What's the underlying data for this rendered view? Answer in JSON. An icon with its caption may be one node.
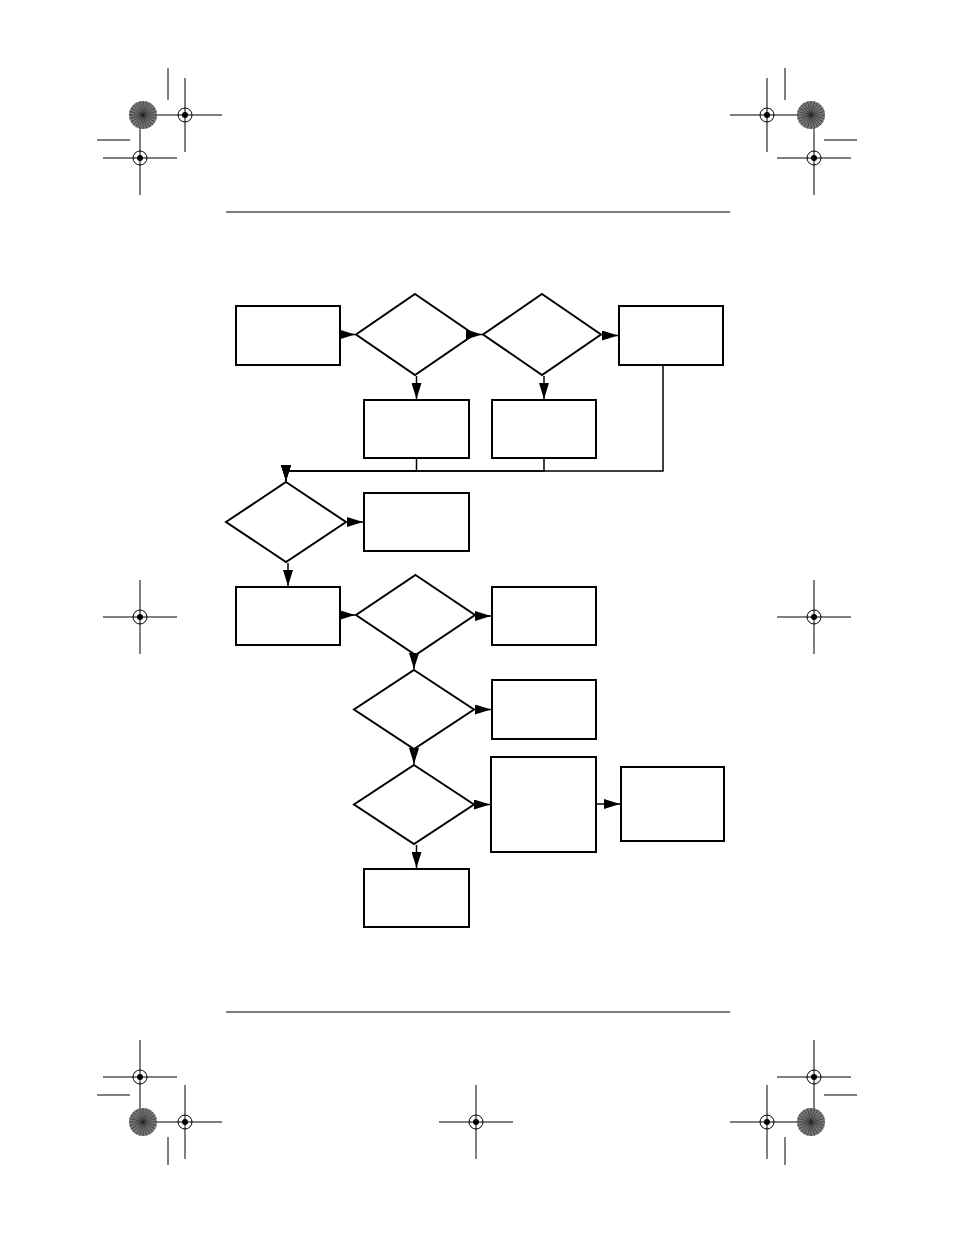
{
  "diagram": {
    "nodes": [
      {
        "text": [],
        "shape": "box"
      },
      {
        "text": [],
        "shape": "diamond"
      },
      {
        "text": [],
        "shape": "diamond"
      },
      {
        "text": [],
        "shape": "box"
      },
      {
        "text": [],
        "shape": "box"
      },
      {
        "text": [],
        "shape": "box"
      },
      {
        "text": [],
        "shape": "diamond"
      },
      {
        "text": [],
        "shape": "box"
      },
      {
        "text": [],
        "shape": "box"
      },
      {
        "text": [],
        "shape": "diamond"
      },
      {
        "text": [],
        "shape": "box"
      },
      {
        "text": [],
        "shape": "diamond"
      },
      {
        "text": [],
        "shape": "box"
      },
      {
        "text": [],
        "shape": "diamond"
      },
      {
        "text": [],
        "shape": "box"
      },
      {
        "text": [],
        "shape": "box"
      },
      {
        "text": [],
        "shape": "box"
      }
    ],
    "edges": [
      {
        "from": 0,
        "to": 1,
        "arrow": "to"
      },
      {
        "from": 1,
        "to": 2,
        "arrow": "to"
      },
      {
        "from": 2,
        "to": 3,
        "arrow": "to"
      },
      {
        "from": 1,
        "to": 4,
        "arrow": "to"
      },
      {
        "from": 2,
        "to": 5,
        "arrow": "to"
      },
      {
        "from": 4,
        "to": 6,
        "arrow": "to"
      },
      {
        "from": 5,
        "to": 6,
        "arrow": "to"
      },
      {
        "from": 3,
        "to": 6,
        "arrow": "to"
      },
      {
        "from": 6,
        "to": 7,
        "arrow": "to"
      },
      {
        "from": 6,
        "to": 8,
        "arrow": "to"
      },
      {
        "from": 8,
        "to": 9,
        "arrow": "to"
      },
      {
        "from": 9,
        "to": 10,
        "arrow": "to"
      },
      {
        "from": 9,
        "to": 11,
        "arrow": "to"
      },
      {
        "from": 11,
        "to": 12,
        "arrow": "to"
      },
      {
        "from": 11,
        "to": 13,
        "arrow": "to"
      },
      {
        "from": 13,
        "to": 14,
        "arrow": "to"
      },
      {
        "from": 14,
        "to": 15,
        "arrow": "to"
      },
      {
        "from": 13,
        "to": 16,
        "arrow": "to"
      }
    ]
  }
}
